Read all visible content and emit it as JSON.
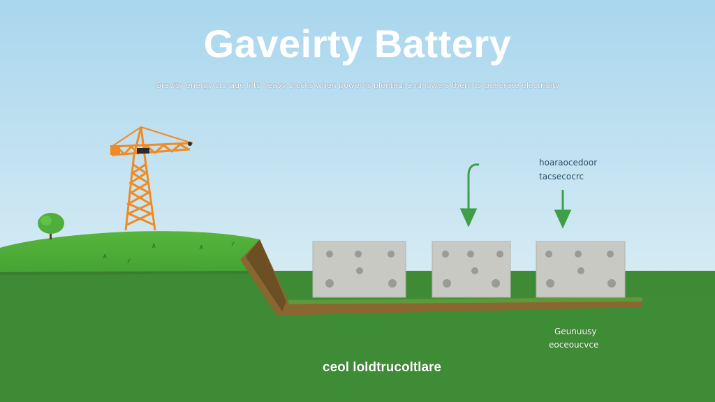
{
  "title": "Gaveirty Battery",
  "subtitle": "Gravity energy storage lifts heavy blocks when power is plentiful and lowers them to generate electricity",
  "labels": {
    "top_right_line1": "hoaraocedoor",
    "top_right_line2": "tacsecocrc",
    "bottom_right_line1": "Geunuusy",
    "bottom_right_line2": "eoceoucvce",
    "bottom_center": "ceol loldtrucoltlare"
  },
  "colors": {
    "sky_top": "#a9d6ee",
    "sky_bottom": "#e8f4f6",
    "grass_light": "#4fad38",
    "grass_dark": "#3f8a35",
    "soil": "#7a5a2c",
    "crane": "#f08a24",
    "block": "#c9c9c4",
    "arrow": "#3f9f48"
  },
  "icons": [
    "crane-icon",
    "tree-icon",
    "down-arrow-icon"
  ]
}
